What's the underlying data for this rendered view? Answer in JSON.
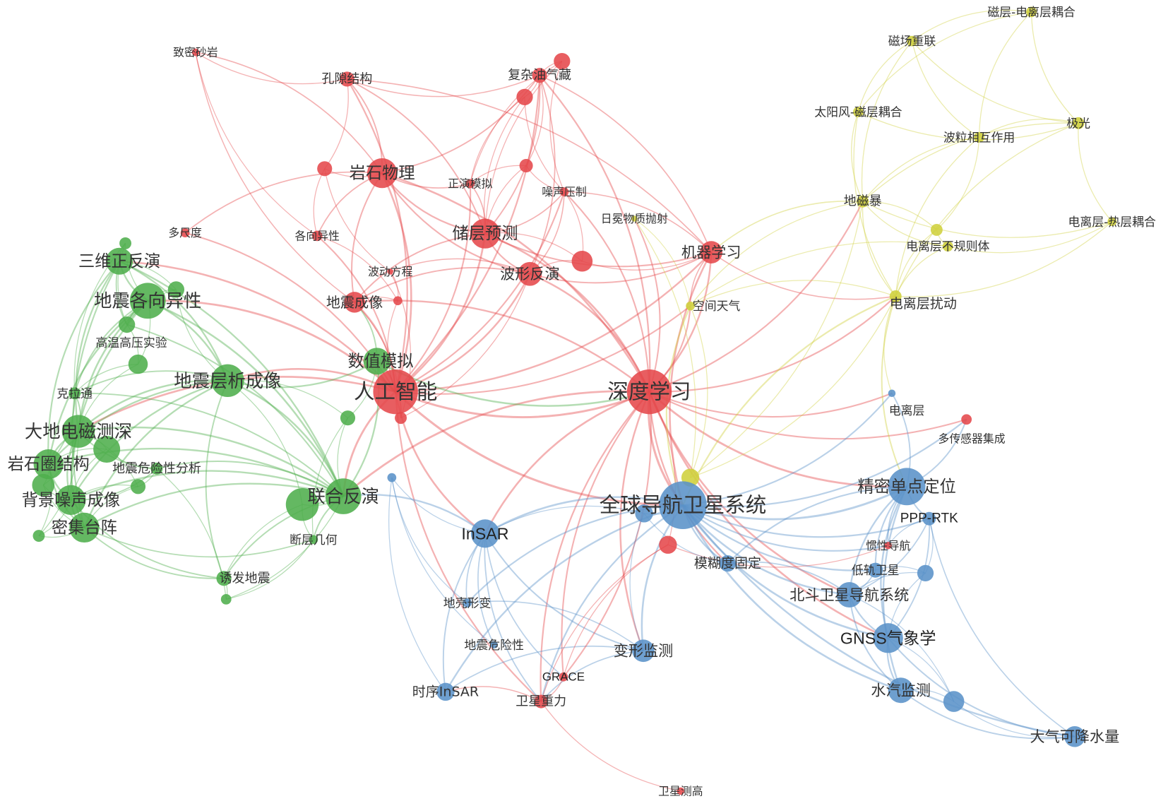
{
  "colors": {
    "red": "#e5484b",
    "green": "#4fae4c",
    "blue": "#5a92c8",
    "yellow": "#cfd03c"
  },
  "nodes": [
    {
      "label": "人工智能",
      "cluster": "red"
    },
    {
      "label": "深度学习",
      "cluster": "red"
    },
    {
      "label": "岩石物理",
      "cluster": "red"
    },
    {
      "label": "储层预测",
      "cluster": "red"
    },
    {
      "label": "波形反演",
      "cluster": "red"
    },
    {
      "label": "机器学习",
      "cluster": "red"
    },
    {
      "label": "孔隙结构",
      "cluster": "red"
    },
    {
      "label": "复杂油气藏",
      "cluster": "red"
    },
    {
      "label": "致密砂岩",
      "cluster": "red"
    },
    {
      "label": "正演模拟",
      "cluster": "red"
    },
    {
      "label": "噪声压制",
      "cluster": "red"
    },
    {
      "label": "各向异性",
      "cluster": "red"
    },
    {
      "label": "多尺度",
      "cluster": "red"
    },
    {
      "label": "波动方程",
      "cluster": "red"
    },
    {
      "label": "地震成像",
      "cluster": "red"
    },
    {
      "label": "多传感器集成",
      "cluster": "red"
    },
    {
      "label": "惯性导航",
      "cluster": "red"
    },
    {
      "label": "GRACE",
      "cluster": "red"
    },
    {
      "label": "卫星重力",
      "cluster": "red"
    },
    {
      "label": "卫星测高",
      "cluster": "red"
    },
    {
      "label": "日冕物质抛射",
      "cluster": "yellow"
    },
    {
      "label": "磁层-电离层耦合",
      "cluster": "yellow"
    },
    {
      "label": "磁场重联",
      "cluster": "yellow"
    },
    {
      "label": "太阳风-磁层耦合",
      "cluster": "yellow"
    },
    {
      "label": "极光",
      "cluster": "yellow"
    },
    {
      "label": "波粒相互作用",
      "cluster": "yellow"
    },
    {
      "label": "地磁暴",
      "cluster": "yellow"
    },
    {
      "label": "电离层-热层耦合",
      "cluster": "yellow"
    },
    {
      "label": "电离层不规则体",
      "cluster": "yellow"
    },
    {
      "label": "电离层扰动",
      "cluster": "yellow"
    },
    {
      "label": "空间天气",
      "cluster": "yellow"
    },
    {
      "label": "全球导航卫星系统",
      "cluster": "blue"
    },
    {
      "label": "InSAR",
      "cluster": "blue"
    },
    {
      "label": "精密单点定位",
      "cluster": "blue"
    },
    {
      "label": "PPP-RTK",
      "cluster": "blue"
    },
    {
      "label": "模糊度固定",
      "cluster": "blue"
    },
    {
      "label": "低轨卫星",
      "cluster": "blue"
    },
    {
      "label": "北斗卫星导航系统",
      "cluster": "blue"
    },
    {
      "label": "GNSS气象学",
      "cluster": "blue"
    },
    {
      "label": "水汽监测",
      "cluster": "blue"
    },
    {
      "label": "大气可降水量",
      "cluster": "blue"
    },
    {
      "label": "变形监测",
      "cluster": "blue"
    },
    {
      "label": "地壳形变",
      "cluster": "blue"
    },
    {
      "label": "地震危险性",
      "cluster": "blue"
    },
    {
      "label": "时序InSAR",
      "cluster": "blue"
    },
    {
      "label": "电离层",
      "cluster": "blue"
    },
    {
      "label": "三维正反演",
      "cluster": "green"
    },
    {
      "label": "地震各向异性",
      "cluster": "green"
    },
    {
      "label": "高温高压实验",
      "cluster": "green"
    },
    {
      "label": "地震层析成像",
      "cluster": "green"
    },
    {
      "label": "克拉通",
      "cluster": "green"
    },
    {
      "label": "大地电磁测深",
      "cluster": "green"
    },
    {
      "label": "岩石圈结构",
      "cluster": "green"
    },
    {
      "label": "地震危险性分析",
      "cluster": "green"
    },
    {
      "label": "背景噪声成像",
      "cluster": "green"
    },
    {
      "label": "密集台阵",
      "cluster": "green"
    },
    {
      "label": "联合反演",
      "cluster": "green"
    },
    {
      "label": "断层几何",
      "cluster": "green"
    },
    {
      "label": "诱发地震",
      "cluster": "green"
    },
    {
      "label": "数值模拟",
      "cluster": "green"
    }
  ],
  "edges": {
    "人工智能": [
      "深度学习",
      "岩石物理",
      "储层预测",
      "波形反演",
      "机器学习",
      "地震成像",
      "数值模拟",
      "孔隙结构",
      "复杂油气藏",
      "各向异性",
      "多尺度",
      "正演模拟",
      "噪声压制",
      "联合反演",
      "地震层析成像",
      "全球导航卫星系统",
      "InSAR",
      "卫星重力",
      "大地电磁测深",
      "三维正反演",
      "空间天气",
      "地震各向异性"
    ],
    "深度学习": [
      "岩石物理",
      "储层预测",
      "波形反演",
      "机器学习",
      "地震成像",
      "全球导航卫星系统",
      "精密单点定位",
      "多传感器集成",
      "噪声压制",
      "复杂油气藏",
      "卫星重力",
      "GRACE",
      "电离层",
      "空间天气",
      "地磁暴",
      "电离层扰动",
      "联合反演",
      "InSAR",
      "北斗卫星导航系统",
      "模糊度固定",
      "GNSS气象学",
      "变形监测",
      "日冕物质抛射"
    ],
    "岩石物理": [
      "孔隙结构",
      "储层预测",
      "致密砂岩",
      "复杂油气藏",
      "正演模拟",
      "各向异性",
      "波形反演",
      "地震成像",
      "多尺度"
    ],
    "储层预测": [
      "复杂油气藏",
      "波形反演",
      "机器学习",
      "正演模拟",
      "噪声压制",
      "孔隙结构",
      "地震成像"
    ],
    "波形反演": [
      "机器学习",
      "地震成像",
      "波动方程",
      "噪声压制",
      "复杂油气藏"
    ],
    "机器学习": [
      "复杂油气藏",
      "空间天气",
      "电离层扰动",
      "噪声压制",
      "孔隙结构",
      "全球导航卫星系统"
    ],
    "致密砂岩": [
      "孔隙结构",
      "各向异性",
      "地震成像"
    ],
    "孔隙结构": [
      "复杂油气藏"
    ],
    "磁层-电离层耦合": [
      "磁场重联",
      "极光",
      "波粒相互作用",
      "太阳风-磁层耦合"
    ],
    "磁场重联": [
      "太阳风-磁层耦合",
      "波粒相互作用",
      "地磁暴",
      "极光"
    ],
    "太阳风-磁层耦合": [
      "地磁暴",
      "电离层扰动",
      "极光"
    ],
    "极光": [
      "波粒相互作用",
      "电离层-热层耦合",
      "地磁暴",
      "电离层扰动"
    ],
    "波粒相互作用": [
      "地磁暴",
      "电离层扰动"
    ],
    "地磁暴": [
      "电离层不规则体",
      "电离层扰动",
      "空间天气",
      "电离层-热层耦合",
      "机器学习"
    ],
    "电离层不规则体": [
      "电离层扰动",
      "电离层-热层耦合",
      "空间天气"
    ],
    "电离层扰动": [
      "电离层-热层耦合",
      "空间天气",
      "全球导航卫星系统",
      "精密单点定位",
      "电离层"
    ],
    "空间天气": [
      "日冕物质抛射",
      "全球导航卫星系统"
    ],
    "全球导航卫星系统": [
      "InSAR",
      "精密单点定位",
      "PPP-RTK",
      "模糊度固定",
      "低轨卫星",
      "北斗卫星导航系统",
      "GNSS气象学",
      "水汽监测",
      "大气可降水量",
      "变形监测",
      "电离层",
      "卫星重力",
      "地壳形变",
      "惯性导航",
      "多传感器集成",
      "时序InSAR"
    ],
    "InSAR": [
      "时序InSAR",
      "地壳形变",
      "地震危险性",
      "变形监测",
      "卫星重力",
      "GRACE",
      "联合反演"
    ],
    "精密单点定位": [
      "PPP-RTK",
      "模糊度固定",
      "低轨卫星",
      "北斗卫星导航系统",
      "GNSS气象学",
      "惯性导航",
      "多传感器集成",
      "电离层",
      "水汽监测"
    ],
    "北斗卫星导航系统": [
      "GNSS气象学",
      "低轨卫星",
      "模糊度固定",
      "PPP-RTK",
      "水汽监测"
    ],
    "GNSS气象学": [
      "水汽监测",
      "大气可降水量",
      "PPP-RTK"
    ],
    "水汽监测": [
      "大气可降水量"
    ],
    "PPP-RTK": [
      "大气可降水量",
      "惯性导航"
    ],
    "变形监测": [
      "时序InSAR",
      "卫星重力",
      "地壳形变"
    ],
    "卫星重力": [
      "GRACE",
      "卫星测高",
      "时序InSAR"
    ],
    "GRACE": [
      "深度学习"
    ],
    "联合反演": [
      "地震层析成像",
      "大地电磁测深",
      "三维正反演",
      "地震各向异性",
      "密集台阵",
      "背景噪声成像",
      "岩石圈结构",
      "诱发地震",
      "断层几何",
      "地震危险性分析",
      "数值模拟",
      "克拉通",
      "高温高压实验"
    ],
    "地震层析成像": [
      "大地电磁测深",
      "地震各向异性",
      "三维正反演",
      "背景噪声成像",
      "密集台阵",
      "岩石圈结构",
      "数值模拟",
      "诱发地震",
      "克拉通"
    ],
    "三维正反演": [
      "地震各向异性",
      "大地电磁测深",
      "岩石圈结构",
      "密集台阵",
      "高温高压实验"
    ],
    "地震各向异性": [
      "高温高压实验",
      "岩石圈结构",
      "背景噪声成像",
      "大地电磁测深",
      "克拉通"
    ],
    "大地电磁测深": [
      "岩石圈结构",
      "背景噪声成像",
      "密集台阵",
      "克拉通",
      "地震危险性分析"
    ],
    "岩石圈结构": [
      "背景噪声成像",
      "密集台阵",
      "克拉通"
    ],
    "背景噪声成像": [
      "密集台阵",
      "诱发地震",
      "地震危险性分析"
    ],
    "密集台阵": [
      "诱发地震",
      "断层几何"
    ],
    "数值模拟": [
      "人工智能",
      "地震成像",
      "深度学习"
    ]
  }
}
